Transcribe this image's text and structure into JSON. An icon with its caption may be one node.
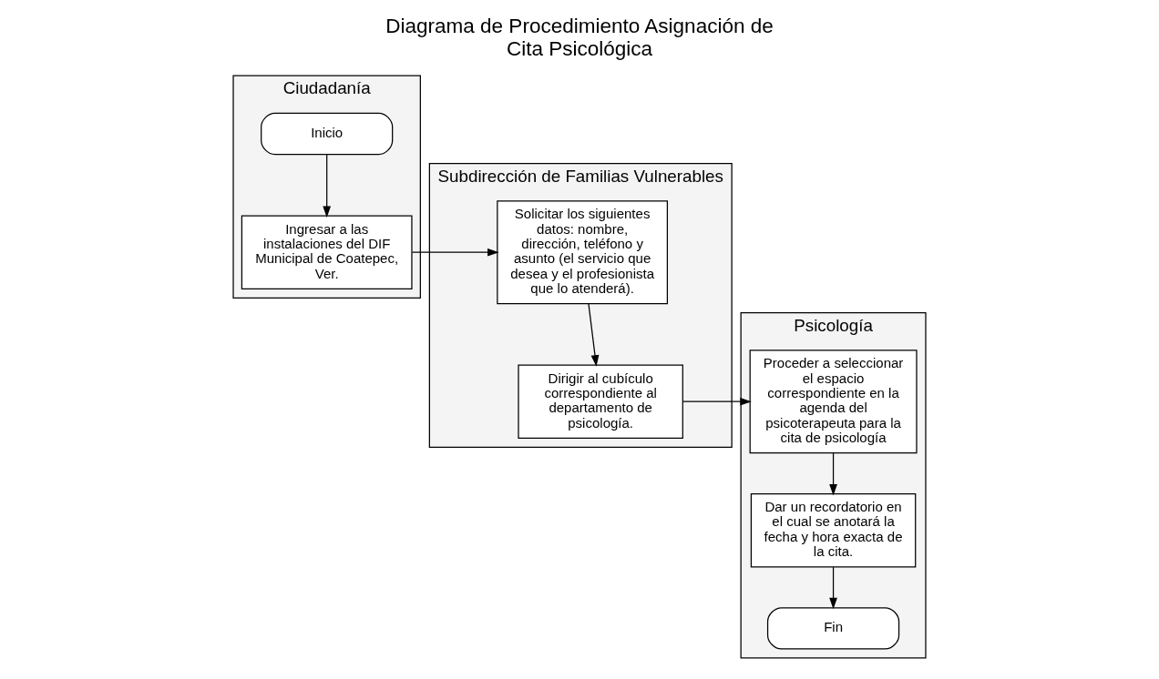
{
  "diagram": {
    "title": "Diagrama de Procedimiento Asignación de Cita Psicológica",
    "nodes": [
      {
        "text": [
          "Ciudadanía"
        ]
      },
      {
        "text": [
          "Inicio"
        ],
        "in": 0
      },
      {
        "text": [
          "Ingresar a las instalaciones del DIF Municipal de Coatepec, Ver."
        ],
        "in": 0
      },
      {
        "text": [
          "Subdirección de Familias Vulnerables"
        ]
      },
      {
        "text": [
          "Solicitar los siguientes datos: nombre, dirección, teléfono y asunto (el servicio que desea y el profesionista que lo atenderá)."
        ],
        "in": 3
      },
      {
        "text": [
          "Dirigir al cubículo correspondiente al departamento de psicología."
        ],
        "in": 3
      },
      {
        "text": [
          "Psicología"
        ]
      },
      {
        "text": [
          "Proceder a seleccionar el espacio correspondiente en la agenda del psicoterapeuta para la cita de psicología"
        ],
        "in": 6
      },
      {
        "text": [
          "Dar un recordatorio en el cual se anotará la fecha y hora exacta de la cita."
        ],
        "in": 6
      },
      {
        "text": [
          "Fin"
        ],
        "in": 6
      }
    ],
    "edges": [
      {
        "from": 1,
        "to": 2,
        "arrow": "to"
      },
      {
        "from": 2,
        "to": 4,
        "arrow": "to"
      },
      {
        "from": 4,
        "to": 5,
        "arrow": "to"
      },
      {
        "from": 5,
        "to": 7,
        "arrow": "to"
      },
      {
        "from": 7,
        "to": 8,
        "arrow": "to"
      },
      {
        "from": 8,
        "to": 9,
        "arrow": "to"
      }
    ]
  }
}
